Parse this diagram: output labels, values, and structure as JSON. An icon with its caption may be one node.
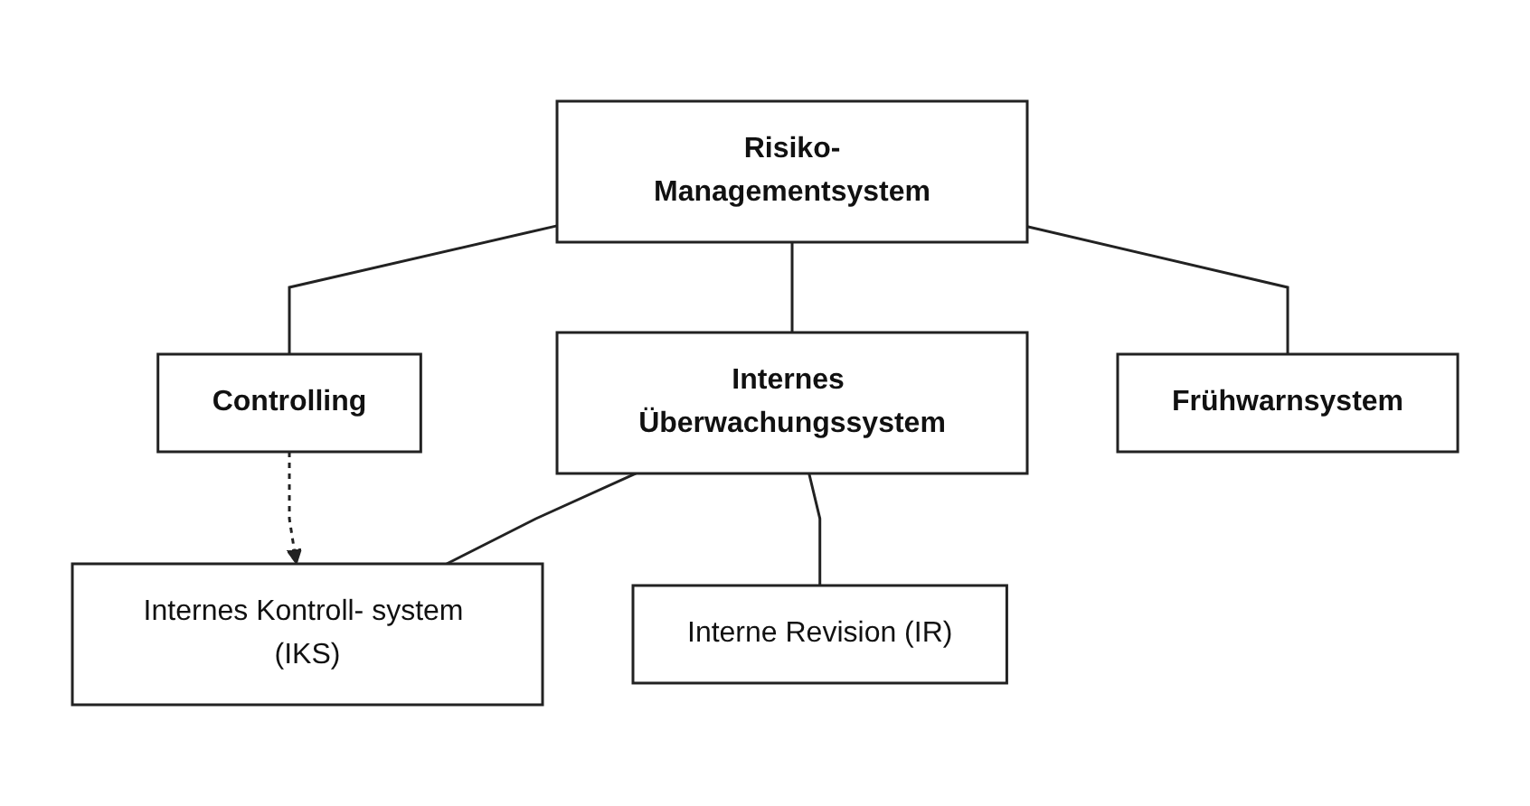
{
  "diagram": {
    "nodes": [
      {
        "text": [
          "Risiko-Managementsystem"
        ]
      },
      {
        "text": [
          "Internes Überwachungssystem"
        ]
      },
      {
        "text": [
          "Controlling"
        ]
      },
      {
        "text": [
          "Frühwarnsystem"
        ]
      },
      {
        "text": [
          "Internes Kontroll- system (IKS)"
        ]
      },
      {
        "text": [
          "Interne Revision (IR)"
        ]
      }
    ],
    "edges": [
      {
        "from": 0,
        "to": 1,
        "arrow": "none"
      },
      {
        "from": 0,
        "to": 2,
        "arrow": "none"
      },
      {
        "from": 0,
        "to": 3,
        "arrow": "none"
      },
      {
        "from": 1,
        "to": 4,
        "arrow": "none"
      },
      {
        "from": 1,
        "to": 5,
        "arrow": "none"
      },
      {
        "from": 2,
        "to": 4,
        "arrow": "to",
        "style": "dashed"
      }
    ]
  }
}
